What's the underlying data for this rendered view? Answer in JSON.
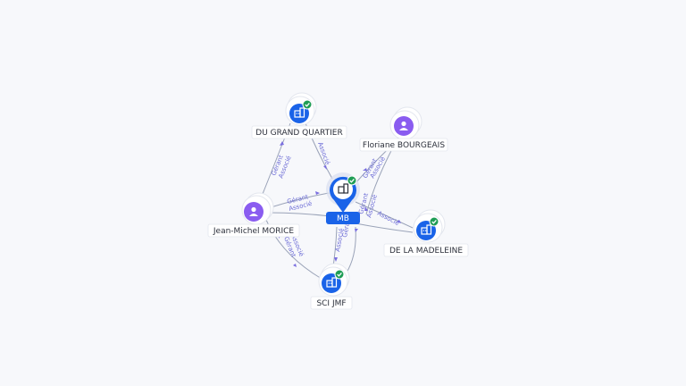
{
  "colors": {
    "company": "#1a63e8",
    "person": "#8a5cf0",
    "check": "#1f9d55",
    "edge": "#9aa3b8",
    "edge_label": "#6c6cd6"
  },
  "nodes": {
    "center": {
      "label": "MB",
      "icon": "building-icon",
      "verified": true
    },
    "du_grand_quartier": {
      "label": "DU GRAND QUARTIER",
      "icon": "building-icon",
      "verified": true
    },
    "floriane": {
      "label": "Floriane BOURGEAIS",
      "icon": "person-icon",
      "verified": false
    },
    "jean_michel": {
      "label": "Jean-Michel MORICE",
      "icon": "person-icon",
      "verified": false
    },
    "madeleine": {
      "label": "DE LA MADELEINE",
      "icon": "building-icon",
      "verified": true
    },
    "sci_jmf": {
      "label": "SCI JMF",
      "icon": "building-icon",
      "verified": true
    }
  },
  "edges": {
    "jm_dgq": [
      "Gérant",
      "Associé"
    ],
    "dgq_center": [
      "Associé"
    ],
    "jm_center": [
      "Gérant",
      "Associé"
    ],
    "fl_center": [
      "Gérant",
      "Associé"
    ],
    "fl_mad": [
      "Gérant",
      "Associé"
    ],
    "center_mad": [
      "Associé"
    ],
    "jm_sci": [
      "Gérant",
      "Associé"
    ],
    "center_sci": [
      "Associé",
      "Gérant"
    ]
  }
}
